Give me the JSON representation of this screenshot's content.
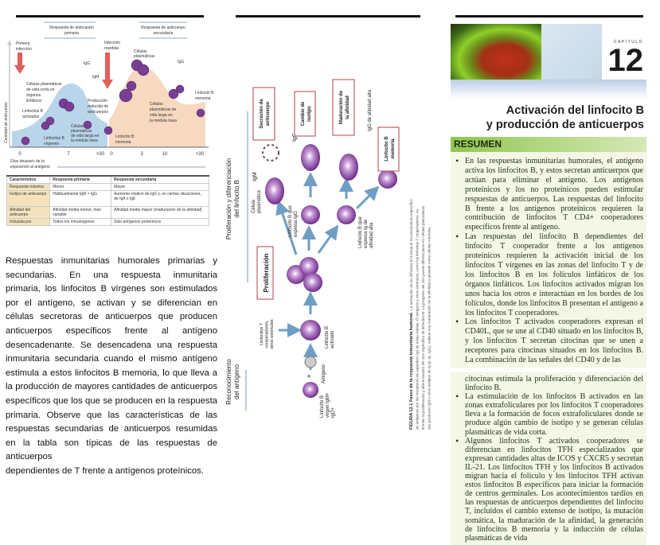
{
  "left": {
    "chart": {
      "header_primary": [
        "Respuesta de anticuerpo",
        "primaria"
      ],
      "header_secondary": [
        "Respuesta de anticuerpo",
        "secundaria"
      ],
      "ylabel": "Cantidad de anticuerpo",
      "xlabel": [
        "Días después de la",
        "exposición al antígeno"
      ],
      "ticks": [
        "0",
        "7",
        ">30",
        "0",
        "3",
        "10",
        ">30"
      ],
      "labels": {
        "primera": [
          "Primera",
          "infección"
        ],
        "repetida": [
          "Infección",
          "repetida"
        ],
        "plasma_corta": [
          "Células plasmáticas",
          "de vida corta en",
          "órganos",
          "linfáticos"
        ],
        "activados": [
          "Linfocitos B",
          "activados"
        ],
        "virgenes": [
          "Linfocitos B",
          "vírgenes"
        ],
        "produccion": [
          "Producción",
          "reducida de",
          "anticuerpos"
        ],
        "plasma_larga1": [
          "Células",
          "plasmáticas",
          "de vida larga en",
          "la médula ósea"
        ],
        "memoria1": [
          "Linfocito B",
          "memoria"
        ],
        "plasmaticas": [
          "Células",
          "plasmáticas"
        ],
        "plasma_larga2": [
          "Células",
          "plasmáticas de",
          "vida larga en",
          "la médula ósea"
        ],
        "memoria2": [
          "Linfocito B",
          "memoria"
        ],
        "igg1": "IgG",
        "igm": "IgM",
        "igg2": "IgG"
      },
      "colors": {
        "primary_area": "#b9d5ea",
        "secondary_area": "#f6d9bf",
        "arrow": "#e0605a",
        "cell": "#7a3e95"
      }
    },
    "table": {
      "headers": [
        "Característica",
        "Respuesta primaria",
        "Respuesta secundaria"
      ],
      "rows": [
        [
          "Respuesta máxima",
          "Menor",
          "Mayor"
        ],
        [
          "Isotipo de anticuerpo",
          "Habitualmente IgM > IgG",
          "Aumento relativo de IgG y, en ciertas situaciones, de IgA o IgE"
        ],
        [
          "Afinidad del anticuerpo",
          "Afinidad media menor, más variable",
          "Afinidad media mayor (maduración de la afinidad)"
        ],
        [
          "Inducida por",
          "Todos los inmunógenos",
          "Solo antígenos proteínicos"
        ]
      ]
    },
    "paragraphs": [
      "Respuestas inmunitarias humorales primarias y secundarias. En una respuesta inmunitaria",
      "primaria, los linfocitos B vírgenes son estimulados por el antígeno, se activan y se diferencian en células secretoras de anticuerpos que producen anticuerpos específicos frente al antígeno desencadenante. Se desencadena una respuesta inmunitaria secundaria cuando el mismo antígeno estimula a estos linfocitos B memoria, lo que lleva a la producción de mayores cantidades de anticuerpos específicos que los que se producen en la respuesta primaria. Observe que las características de las respuestas secundarias de anticuerpos resumidas en la tabla son típicas de las respuestas de anticuerpos",
      "dependientes de T frente a antígenos proteínicos."
    ]
  },
  "middle": {
    "phase1": [
      "Reconocimiento",
      "del antígeno"
    ],
    "phase2": [
      "Proliferación y diferenciación",
      "del linfocito B"
    ],
    "proliferacion": "Proliferación",
    "t_help": [
      "Linfocitos T",
      "cooperadores,",
      "otros estímulos"
    ],
    "virgin": [
      "Linfocito B",
      "virgen IgM+",
      "IgD+"
    ],
    "antigen": "Antígeno",
    "activated": [
      "Linfocito B",
      "activado"
    ],
    "plasma": [
      "Célula",
      "plasmática"
    ],
    "igg_b": [
      "Linfocito B que",
      "expresa IgG"
    ],
    "aff_b": [
      "Linfocito B que",
      "expresa Ig de",
      "afinidad alta"
    ],
    "igm": "IgM",
    "igg": "IgG",
    "igg_aff": "IgG de afinidad alta",
    "box_secrecion": [
      "Secreción de",
      "anticuerpo"
    ],
    "box_cambio": [
      "Cambio de",
      "isotipo"
    ],
    "box_maduracion": [
      "Maduración de",
      "la afinidad"
    ],
    "box_memoria": [
      "Linfocito B",
      "memoria"
    ],
    "caption_title": "FIGURA 12-1 Fases de la respuesta inmunitaria humoral.",
    "caption": [
      "La activación de los linfocitos B la inicia el reconocimiento específico",
      "de antígenos por los receptores de superficie (Ig) de estas células. El antígeno y otros estímulos, como los linfocitos T cooperadores, es-",
      "timulan la proliferación y diferenciación del clon específico de linfocitos B. La progenie del clon puede diferenciarse en células plasmáticas",
      "que producen IgM u otros isotipos de Ig (p. ej., IgG), realizar una maduración de la afinidad o persistir como células memoria."
    ]
  },
  "right": {
    "chapter_label": "CAPÍTULO",
    "chapter_number": "12",
    "title": [
      "Activación del linfocito B",
      "y producción de anticuerpos"
    ],
    "summary_heading": "RESUMEN",
    "bullets_page1": [
      "En las respuestas inmunitarias humorales, el antígeno activa los linfocitos B, y estos secretan anticuerpos que actúan para eliminar el antígeno. Los antígenos proteínicos y los no proteínicos pueden estimular respuestas de anticuerpos. Las respuestas del linfocito B frente a los antígenos proteínicos requieren la contribución de linfocitos T CD4+ cooperadores específicos frente al antígeno.",
      "Las respuestas del linfocito B dependientes del linfocito T cooperador frente a los antígenos proteínicos requieren la activación inicial de los linfocitos T vírgenes en las zonas del linfocito T y de los linfocitos B en los folículos linfáticos de los órganos linfáticos. Los linfocitos activados migran los unos hacia los otros e interactúan en los bordes de los folículos, donde los linfocitos B presentan el antígeno a los linfocitos T cooperadores.",
      "Los linfocitos T activados cooperadores expresan el CD40L, que se une al CD40 situado en los linfocitos B, y los linfocitos T secretan citocinas que se unen a receptores para citocinas situados en los linfocitos B. La combinación de las señales del CD40 y de las"
    ],
    "continuation": "citocinas estimula la proliferación y diferenciación del linfocito B.",
    "bullets_page2": [
      "La estimulación de los linfocitos B activados en las zonas extrafoliculares por los linfocitos T cooperadores lleva a la formación de focos extrafoliculares donde se produce algún cambio de isotipo y se generan células plasmáticas de vida corta.",
      "Algunos linfocitos T activados cooperadores se diferencian en linfocitos TFH especializados que expresan cantidades altas de ICOS y CXCR5 y secretan IL-21. Los linfocitos TFH y los linfocitos B activados migran hacia el folículo y los linfocitos TFH activan estos linfocitos B específicos para iniciar la formación de centros germinales. Los acontecimientos tardíos en las respuestas de anticuerpos dependientes del linfocito T, incluidos el cambio extenso de isotipo, la mutación somática, la maduración de la afinidad, la generación de linfocitos B memoria y la inducción de células plasmáticas de vida"
    ]
  }
}
